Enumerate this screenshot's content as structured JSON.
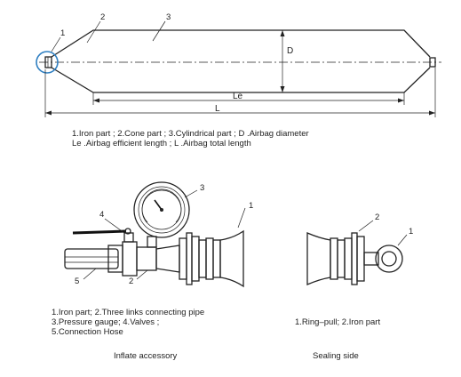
{
  "airbag": {
    "labels": [
      "1",
      "2",
      "3"
    ],
    "dimension_d": "D",
    "dimension_le": "Le",
    "dimension_l": "L",
    "legend_line1": "1.Iron part ; 2.Cone part ; 3.Cylindrical part ; D .Airbag diameter",
    "legend_line2": "Le .Airbag  efficient  length ; L .Airbag total length"
  },
  "inflate": {
    "labels": [
      "1",
      "2",
      "3",
      "4",
      "5"
    ],
    "legend_line1": "1.Iron part;    2.Three links connecting pipe",
    "legend_line2": "3.Pressure gauge;   4.Valves  ;",
    "legend_line3": "5.Connection  Hose",
    "title": "Inflate accessory"
  },
  "sealing": {
    "labels": [
      "1",
      "2"
    ],
    "legend_line1": "1.Ring–pull;    2.Iron part",
    "title": "Sealing side"
  }
}
